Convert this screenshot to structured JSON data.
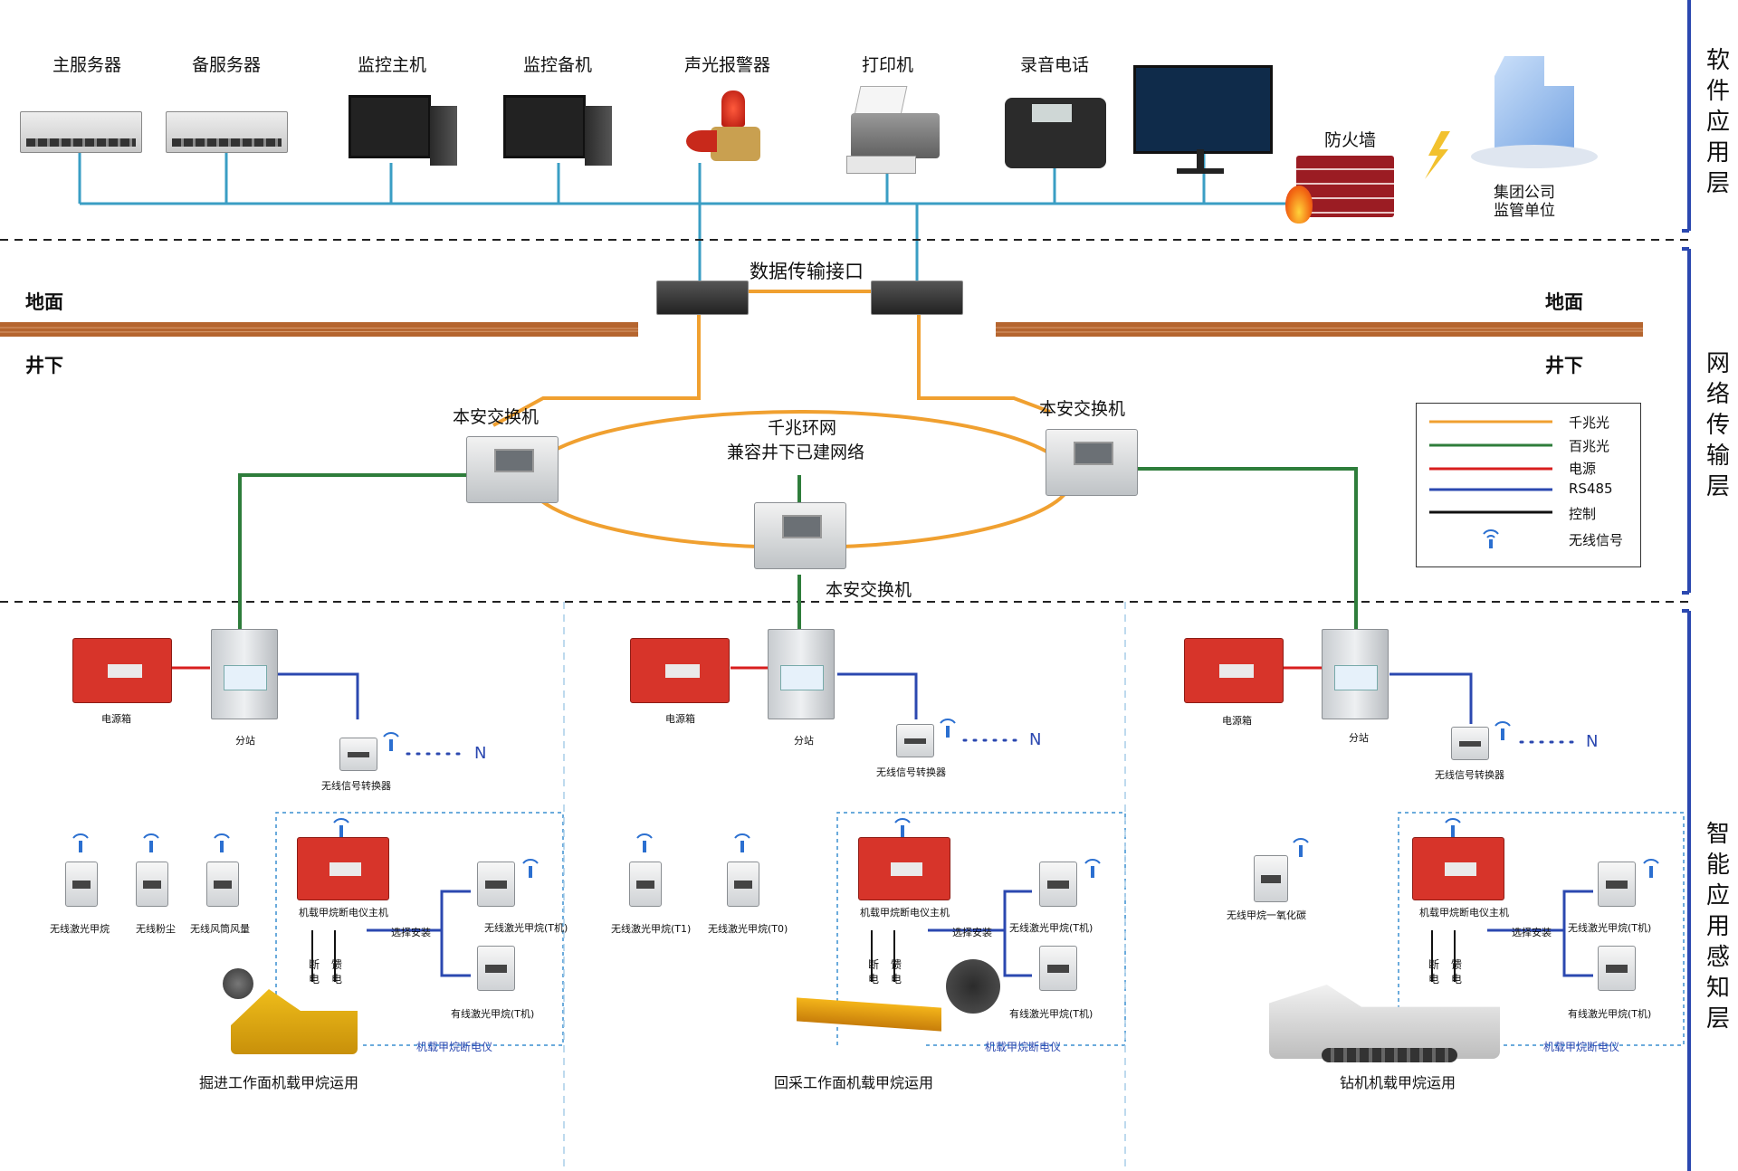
{
  "layers": {
    "software": "软件应用层",
    "network": "网络传输层",
    "perception": "智能应用感知层"
  },
  "top_devices": {
    "main_server": "主服务器",
    "backup_server": "备服务器",
    "monitor_host": "监控主机",
    "monitor_backup": "监控备机",
    "alarm": "声光报警器",
    "printer": "打印机",
    "phone": "录音电话",
    "firewall": "防火墙",
    "group_company": "集团公司\n监管单位"
  },
  "network": {
    "data_interface": "数据传输接口",
    "ground_left": "地面",
    "ground_right": "地面",
    "underground_left": "井下",
    "underground_right": "井下",
    "switch_left": "本安交换机",
    "switch_right": "本安交换机",
    "switch_bottom": "本安交换机",
    "ring_line1": "千兆环网",
    "ring_line2": "兼容井下已建网络"
  },
  "legend": {
    "items": [
      {
        "label": "千兆光",
        "color": "#f0a030"
      },
      {
        "label": "百兆光",
        "color": "#2e7d3b"
      },
      {
        "label": "电源",
        "color": "#d81e1e"
      },
      {
        "label": "RS485",
        "color": "#2b48b0"
      },
      {
        "label": "控制",
        "color": "#111111"
      },
      {
        "label": "无线信号",
        "icon": "wireless-icon"
      }
    ]
  },
  "sections": [
    {
      "power_box": "电源箱",
      "substation": "分站",
      "converter": "无线信号转换器",
      "n": "N",
      "sensors": [
        "无线激光甲烷",
        "无线粉尘",
        "无线风筒风量"
      ],
      "host": "机载甲烷断电仪主机",
      "select": "选择安装",
      "sensor_t1": "无线激光甲烷(T机)",
      "sensor_t2": "有线激光甲烷(T机)",
      "cut1": "断电",
      "cut2": "馈电",
      "dash_label": "机载甲烷断电仪",
      "title": "掘进工作面机载甲烷运用"
    },
    {
      "power_box": "电源箱",
      "substation": "分站",
      "converter": "无线信号转换器",
      "n": "N",
      "sensors": [
        "无线激光甲烷(T1)",
        "无线激光甲烷(T0)"
      ],
      "host": "机载甲烷断电仪主机",
      "select": "选择安装",
      "sensor_t1": "无线激光甲烷(T机)",
      "sensor_t2": "有线激光甲烷(T机)",
      "cut1": "断电",
      "cut2": "馈电",
      "dash_label": "机载甲烷断电仪",
      "title": "回采工作面机载甲烷运用"
    },
    {
      "power_box": "电源箱",
      "substation": "分站",
      "converter": "无线信号转换器",
      "n": "N",
      "sensors": [
        "无线甲烷一氧化碳"
      ],
      "host": "机载甲烷断电仪主机",
      "select": "选择安装",
      "sensor_t1": "无线激光甲烷(T机)",
      "sensor_t2": "有线激光甲烷(T机)",
      "cut1": "断电",
      "cut2": "馈电",
      "dash_label": "机载甲烷断电仪",
      "title": "钻机机载甲烷运用"
    }
  ],
  "colors": {
    "gigabit": "#f0a030",
    "hundred": "#2e7d3b",
    "power": "#d81e1e",
    "rs485": "#2b48b0",
    "control": "#111111",
    "lan": "#3a9ec4",
    "earth": "#b5652f",
    "layer_bar": "#2b48b0"
  }
}
